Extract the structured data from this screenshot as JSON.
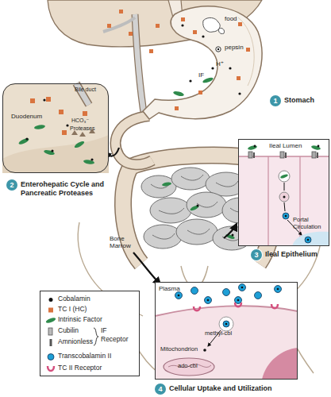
{
  "diagram": {
    "nodes": [
      {
        "text": [
          "Duodenum",
          "Bile duct",
          "HCO₃⁻",
          "Proteases"
        ]
      },
      {
        "text": [
          "1",
          "Stomach"
        ]
      },
      {
        "text": [
          "Ileal Lumen",
          "Portal Circulation"
        ]
      },
      {
        "text": [
          "2",
          "Enterohepatic Cycle and Pancreatic Proteases"
        ]
      },
      {
        "text": [
          "3",
          "Ileal Epithelium"
        ]
      },
      {
        "text": [
          "Plasma",
          "methyl-cbl",
          "Mitochondrion",
          "ado-cbl"
        ]
      },
      {
        "text": [
          "4",
          "Cellular Uptake and Utilization"
        ]
      }
    ],
    "labels": [
      "food",
      "pepsin",
      "H⁺",
      "IF",
      "Bone Marrow"
    ],
    "legend": [
      {
        "text": "Cobalamin",
        "color": "#111111"
      },
      {
        "text": "TC I (HC)",
        "color": "#d9743f"
      },
      {
        "text": "Intrinsic Factor",
        "color": "#2f8a4c"
      },
      {
        "text": "Cubilin"
      },
      {
        "text": "Amnionless"
      },
      {
        "text": "IF Receptor"
      },
      {
        "text": "Transcobalamin II",
        "color": "#1e9fd6"
      },
      {
        "text": "TC II Receptor",
        "color": "#d4507e"
      }
    ]
  }
}
